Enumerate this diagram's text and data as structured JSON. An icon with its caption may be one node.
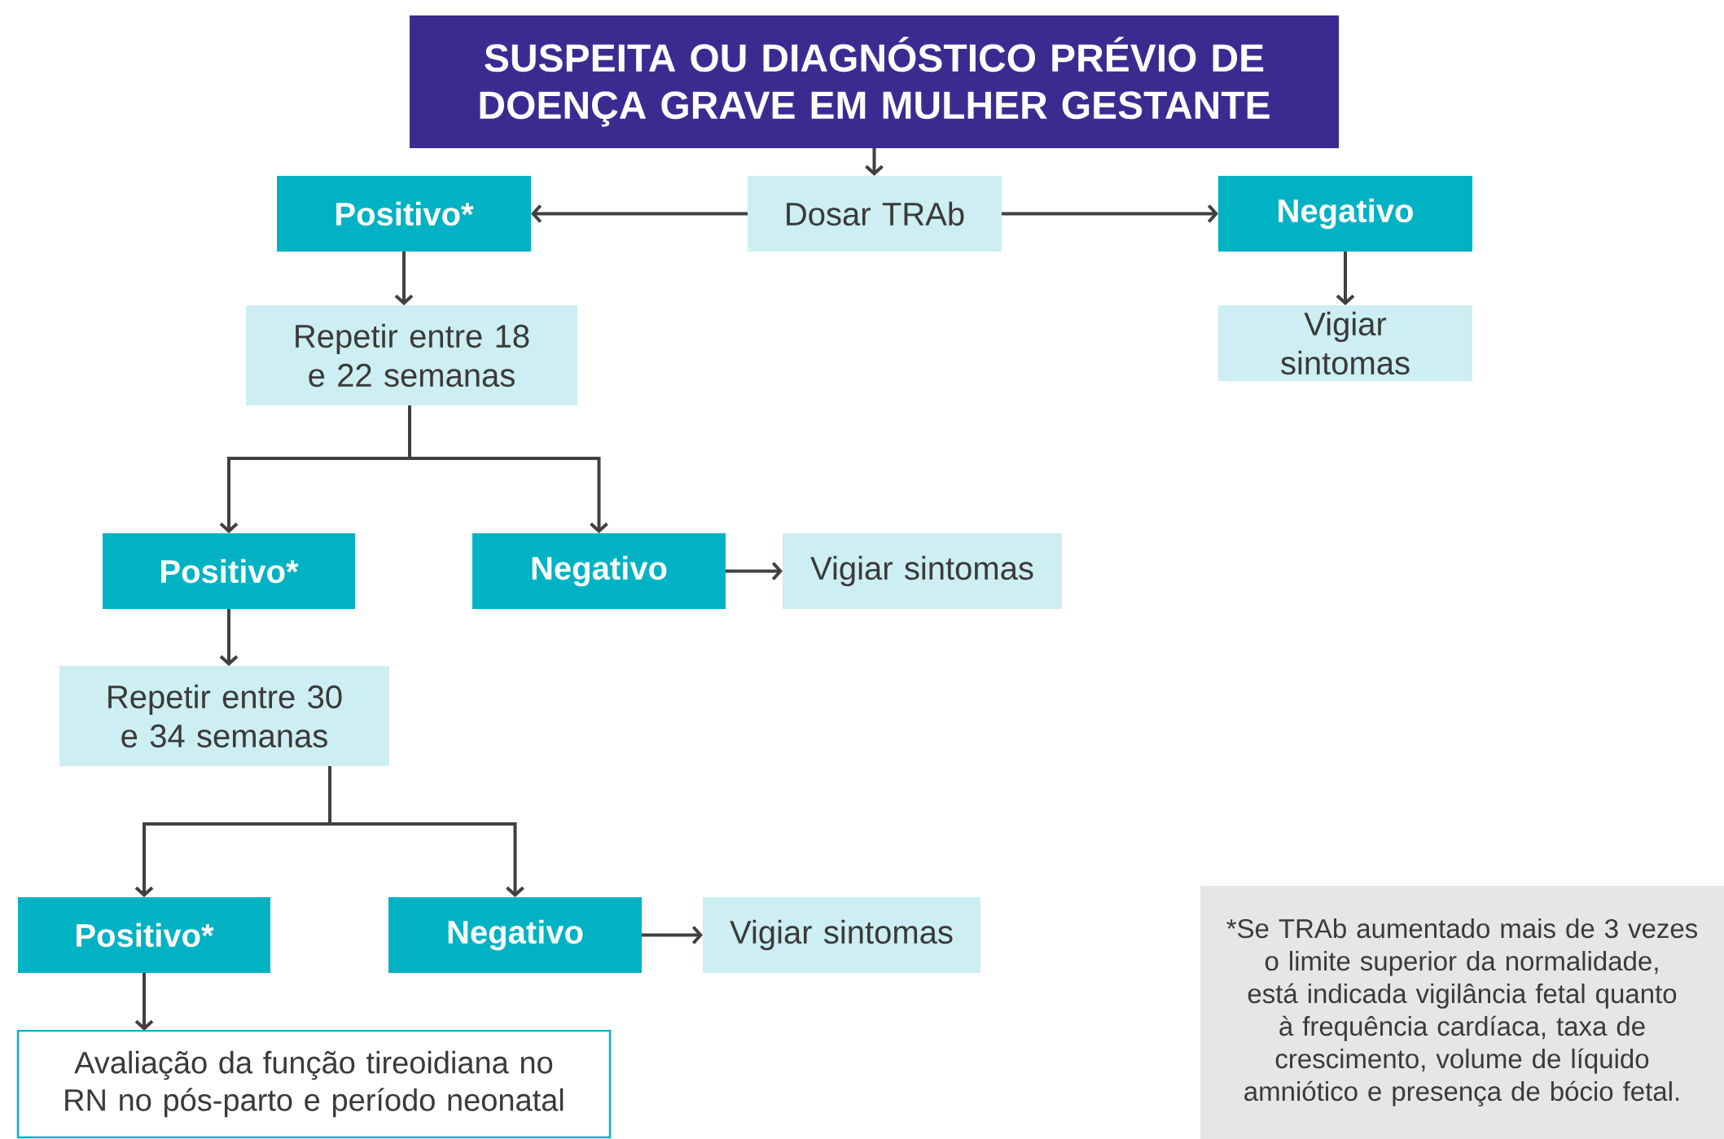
{
  "diagram": {
    "nodes": [
      {
        "text": [
          "SUSPEITA OU DIAGNÓSTICO PRÉVIO DE DOENÇA GRAVE EM MULHER GESTANTE"
        ]
      },
      {
        "text": [
          "Dosar TRAb"
        ]
      },
      {
        "text": [
          "Positivo*"
        ]
      },
      {
        "text": [
          "Negativo"
        ]
      },
      {
        "text": [
          "Vigiar sintomas"
        ]
      },
      {
        "text": [
          "Repetir entre 18 e 22 semanas"
        ]
      },
      {
        "text": [
          "Positivo*"
        ]
      },
      {
        "text": [
          "Negativo"
        ]
      },
      {
        "text": [
          "Vigiar sintomas"
        ]
      },
      {
        "text": [
          "Repetir entre 30 e 34 semanas"
        ]
      },
      {
        "text": [
          "Positivo*"
        ]
      },
      {
        "text": [
          "Negativo"
        ]
      },
      {
        "text": [
          "Vigiar sintomas"
        ]
      },
      {
        "text": [
          "Avaliação da função tireoidiana no RN no pós-parto e período neonatal"
        ]
      },
      {
        "text": [
          "*Se TRAb aumentado mais de 3 vezes o limite superior da normalidade, está indicada vigilância fetal quanto à frequência cardíaca, taxa de crescimento, volume de líquido amniótico e presença de bócio fetal."
        ]
      }
    ],
    "edges": [
      {
        "from": 0,
        "to": 1,
        "arrow": "to"
      },
      {
        "from": 1,
        "to": 2,
        "arrow": "to"
      },
      {
        "from": 1,
        "to": 3,
        "arrow": "to"
      },
      {
        "from": 3,
        "to": 4,
        "arrow": "to"
      },
      {
        "from": 2,
        "to": 5,
        "arrow": "to"
      },
      {
        "from": 5,
        "to": 6,
        "arrow": "to"
      },
      {
        "from": 5,
        "to": 7,
        "arrow": "to"
      },
      {
        "from": 7,
        "to": 8,
        "arrow": "to"
      },
      {
        "from": 6,
        "to": 9,
        "arrow": "to"
      },
      {
        "from": 9,
        "to": 10,
        "arrow": "to"
      },
      {
        "from": 9,
        "to": 11,
        "arrow": "to"
      },
      {
        "from": 11,
        "to": 12,
        "arrow": "to"
      },
      {
        "from": 10,
        "to": 13,
        "arrow": "to"
      }
    ]
  }
}
